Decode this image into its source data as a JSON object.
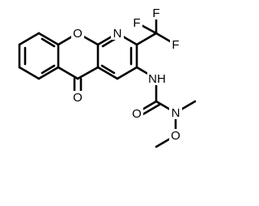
{
  "molecule": {
    "atoms": {
      "ring_oxygen": "O",
      "pyridine_nitrogen": "N",
      "fluorine_top": "F",
      "fluorine_right": "F",
      "fluorine_left": "F",
      "ketone_oxygen": "O",
      "amide_nh": "NH",
      "urea_oxygen": "O",
      "methyl_amine_nitrogen": "N",
      "methoxy_oxygen": "O"
    }
  }
}
